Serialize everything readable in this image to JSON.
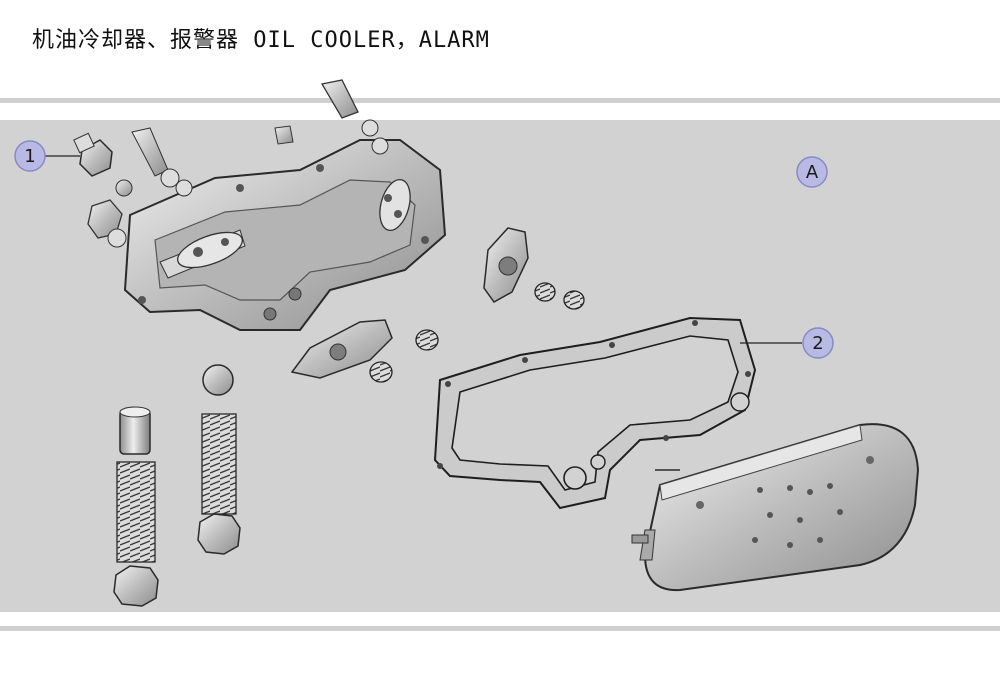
{
  "header": {
    "title": "机油冷却器、报警器 OIL COOLER，ALARM"
  },
  "view_label": "A",
  "callouts": [
    {
      "id": "1",
      "label": "1"
    },
    {
      "id": "2",
      "label": "2"
    }
  ],
  "colors": {
    "panel": "#d2d2d2",
    "callout_fill": "#b9b9e6",
    "callout_stroke": "#8a8ac2",
    "part_fill": "#c9c9c9",
    "part_stroke": "#2a2a2a"
  }
}
